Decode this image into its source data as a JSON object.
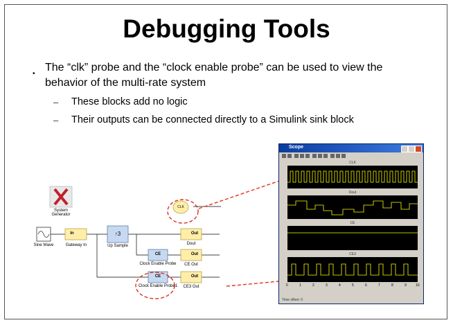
{
  "slide": {
    "title": "Debugging Tools",
    "bullet_main": "The “clk” probe and the “clock enable probe” can be used to view the behavior of the multi-rate system",
    "bullet_marker": "•",
    "sub_dash": "–",
    "sub_bullets": [
      "These blocks add no logic",
      "Their outputs can be connected directly to a Simulink sink block"
    ]
  },
  "diagram": {
    "system_generator_label": "System Generator",
    "sine_wave_label": "Sine Wave",
    "gateway_in_text": "In",
    "gateway_in_label": "Gateway In",
    "up_sample_text": "↑3",
    "up_sample_label": "Up Sample",
    "clk_text": "CLK",
    "ce_text": "CE",
    "clock_enable_probe_label": "Clock Enable Probe",
    "clock_enable_probe1_label": "Clock Enable Probe1",
    "out_text": "Out",
    "dout_label": "Dout",
    "ce_out_label": "CE Out",
    "ce3_out_label": "CE3 Out"
  },
  "scope": {
    "window_title": "Scope",
    "plot_titles": [
      "CLK",
      "Dout",
      "CE",
      "CE3"
    ],
    "x_ticks": [
      "0",
      "1",
      "2",
      "3",
      "4",
      "5",
      "6",
      "7",
      "8",
      "9",
      "10"
    ],
    "status": "Time offset: 0",
    "trace_color": "#ffff00"
  },
  "colors": {
    "accent_red": "#e03020",
    "gateway_fill": "#ffeeaa",
    "block_blue": "#c7d9f0"
  }
}
